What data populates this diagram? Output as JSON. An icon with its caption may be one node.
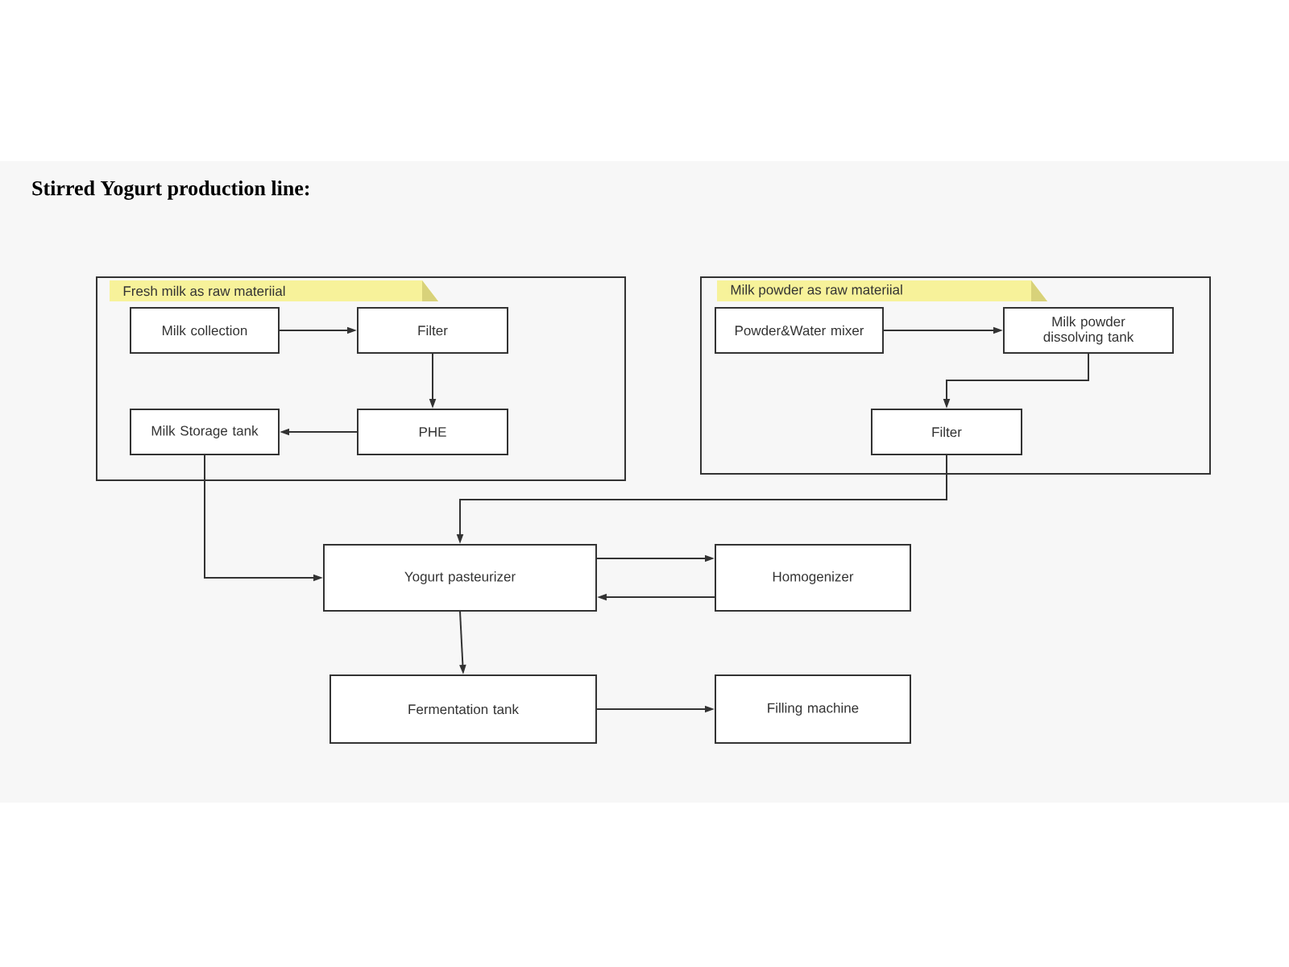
{
  "diagram": {
    "title": "Stirred Yogurt production line:",
    "nodes": [
      {
        "text": [
          "Fresh milk as raw materiial"
        ]
      },
      {
        "text": [
          "Milk collection"
        ],
        "in": 0
      },
      {
        "text": [
          "Filter"
        ],
        "in": 0
      },
      {
        "text": [
          "Milk Storage tank"
        ],
        "in": 0
      },
      {
        "text": [
          "PHE"
        ],
        "in": 0
      },
      {
        "text": [
          "Milk powder as raw materiial"
        ]
      },
      {
        "text": [
          "Powder&Water mixer"
        ],
        "in": 5
      },
      {
        "text": [
          "Milk powder dissolving tank"
        ],
        "in": 5
      },
      {
        "text": [
          "Filter"
        ],
        "in": 5
      },
      {
        "text": [
          "Yogurt pasteurizer"
        ]
      },
      {
        "text": [
          "Homogenizer"
        ]
      },
      {
        "text": [
          "Fermentation tank"
        ]
      },
      {
        "text": [
          "Filling machine"
        ]
      }
    ],
    "edges": [
      {
        "from": 1,
        "to": 2,
        "arrow": "to"
      },
      {
        "from": 2,
        "to": 4,
        "arrow": "to"
      },
      {
        "from": 4,
        "to": 3,
        "arrow": "to"
      },
      {
        "from": 6,
        "to": 7,
        "arrow": "to"
      },
      {
        "from": 7,
        "to": 8,
        "arrow": "to"
      },
      {
        "from": 3,
        "to": 9,
        "arrow": "to"
      },
      {
        "from": 8,
        "to": 9,
        "arrow": "to"
      },
      {
        "from": 9,
        "to": 10,
        "arrow": "to"
      },
      {
        "from": 10,
        "to": 9,
        "arrow": "to"
      },
      {
        "from": 9,
        "to": 11,
        "arrow": "to"
      },
      {
        "from": 11,
        "to": 12,
        "arrow": "to"
      }
    ]
  }
}
